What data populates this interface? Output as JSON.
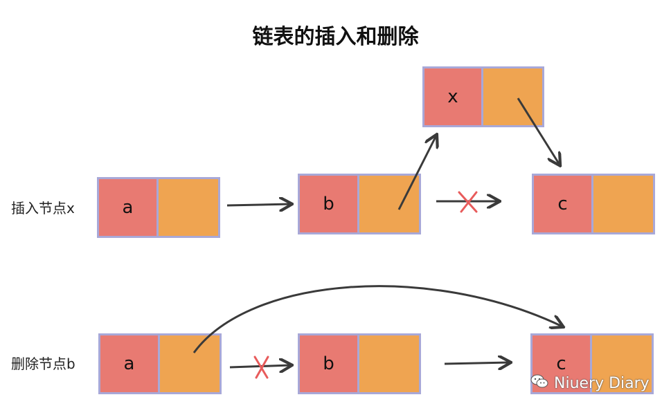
{
  "title": "链表的插入和删除",
  "rows": {
    "insert": {
      "label": "插入节点x"
    },
    "delete": {
      "label": "删除节点b"
    }
  },
  "nodes": {
    "insert_a": "a",
    "insert_b": "b",
    "insert_c": "c",
    "insert_x": "x",
    "delete_a": "a",
    "delete_b": "b",
    "delete_c": "c"
  },
  "watermark": {
    "text": "Niuery Diary",
    "icon": "wechat-icon"
  },
  "colors": {
    "value_cell": "#e87a72",
    "pointer_cell": "#efa451",
    "border": "#a8a8d8",
    "cross": "#e85b5b"
  }
}
